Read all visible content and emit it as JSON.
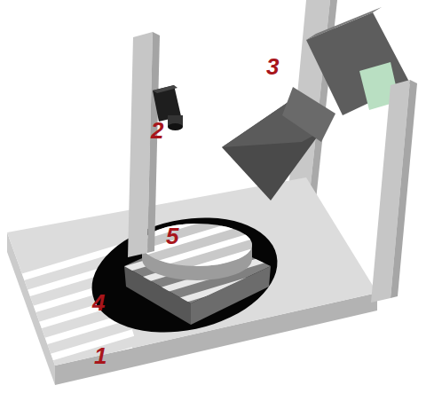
{
  "diagram": {
    "labels": [
      "3",
      "2",
      "5",
      "4",
      "1"
    ]
  }
}
